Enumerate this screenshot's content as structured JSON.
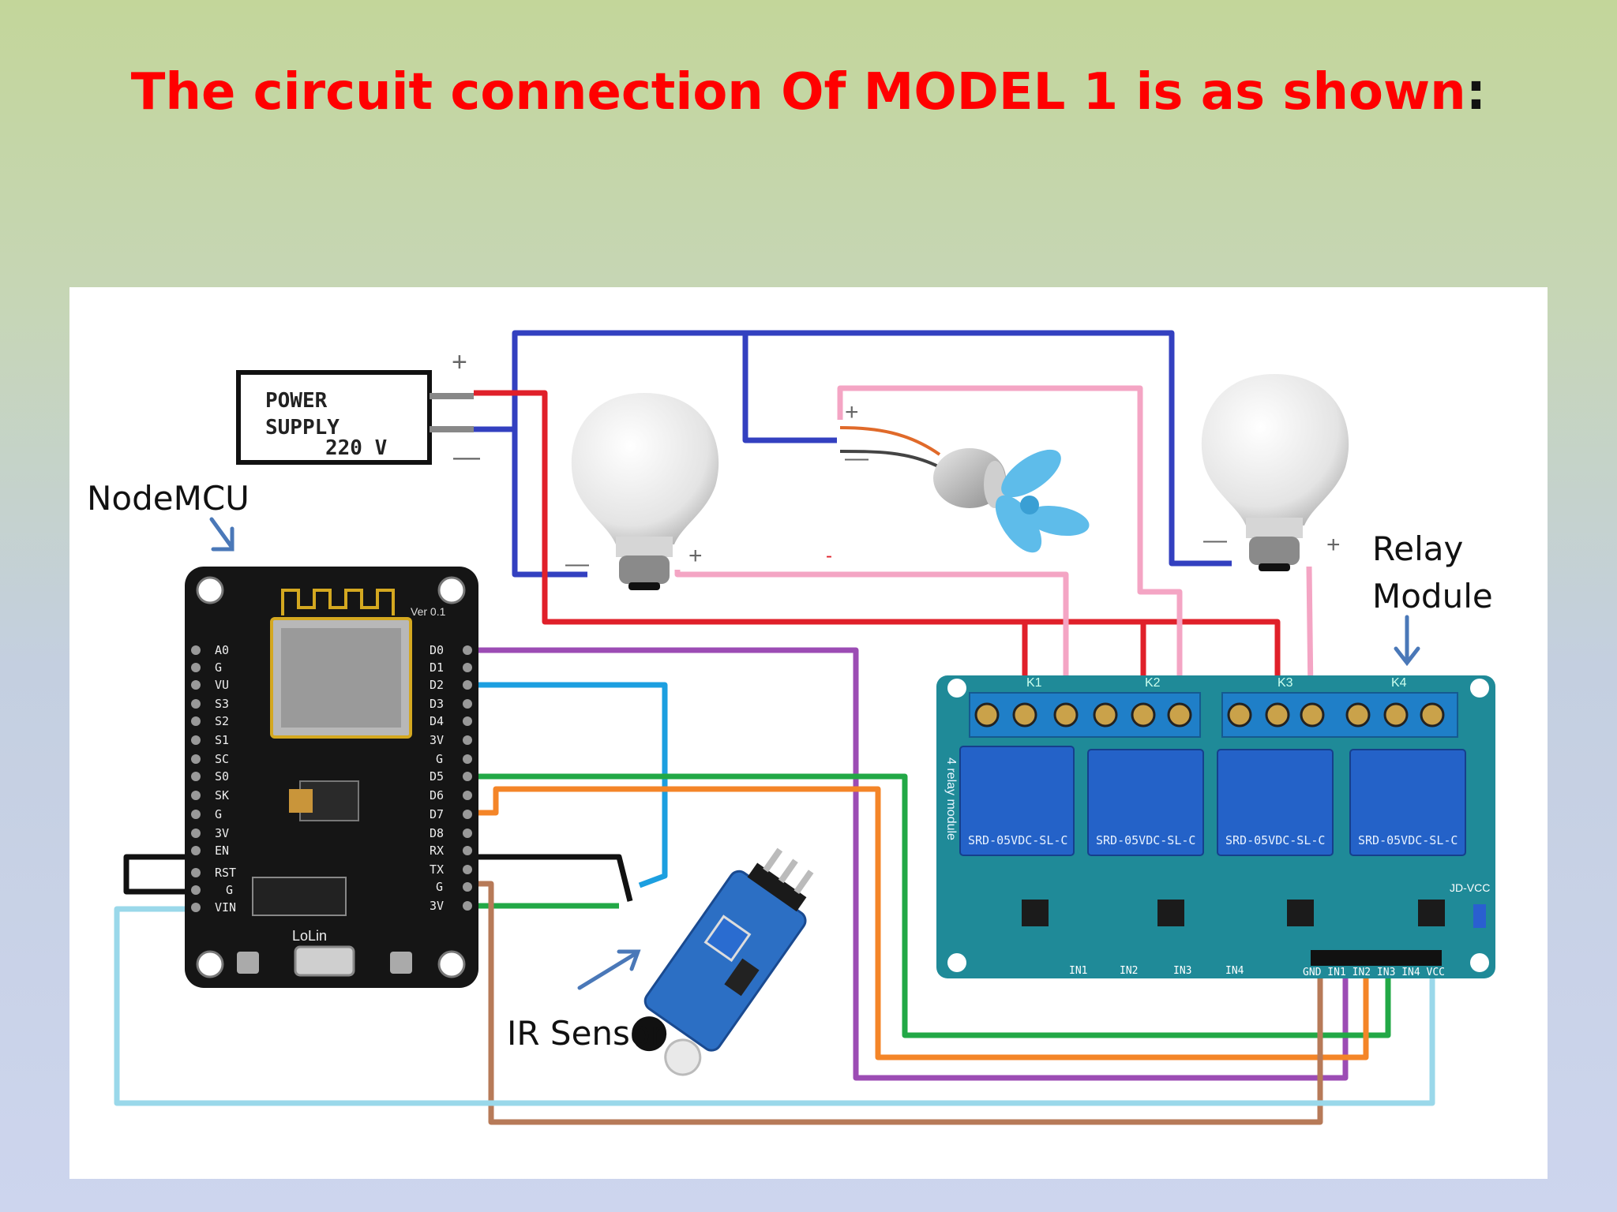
{
  "title": {
    "text": "The circuit connection Of MODEL 1 is as shown",
    "colon": ":"
  },
  "labels": {
    "nodemcu": "NodeMCU",
    "relay_line1": "Relay",
    "relay_line2": "Module",
    "ir_sensor": "IR Sensor",
    "power_supply_line1": "POWER",
    "power_supply_line2": "SUPPLY",
    "power_supply_line3": "220 V"
  },
  "polarity": {
    "plus": "+",
    "minus": "—"
  },
  "nodemcu_pins": {
    "left": [
      "A0",
      "G",
      "VU",
      "S3",
      "S2",
      "S1",
      "SC",
      "S0",
      "SK",
      "G",
      "3V",
      "EN",
      "RST",
      "G",
      "VIN"
    ],
    "right": [
      "D0",
      "D1",
      "D2",
      "D3",
      "D4",
      "3V",
      "G",
      "D5",
      "D6",
      "D7",
      "D8",
      "RX",
      "TX",
      "G",
      "3V"
    ],
    "board_text": "LoLin",
    "ver_text": "Ver 0.1"
  },
  "relay_module": {
    "channels": [
      "K1",
      "K2",
      "K3",
      "K4"
    ],
    "relay_text": "SRD-05VDC-SL-C",
    "inputs": [
      "IN1",
      "IN2",
      "IN3",
      "IN4"
    ],
    "header_pins": "GND IN1 IN2 IN3 IN4 VCC",
    "side_text": "4 relay module",
    "jd_vcc": "JD-VCC"
  },
  "wire_colors": {
    "blue": "#3340c0",
    "red": "#e0202a",
    "pink": "#f4a5c4",
    "purple": "#9c4cb4",
    "cyan": "#1c9fe0",
    "green": "#22a846",
    "orange": "#f48528",
    "brown": "#b77a58",
    "lightblue": "#9ad8ea",
    "black": "#111111"
  }
}
